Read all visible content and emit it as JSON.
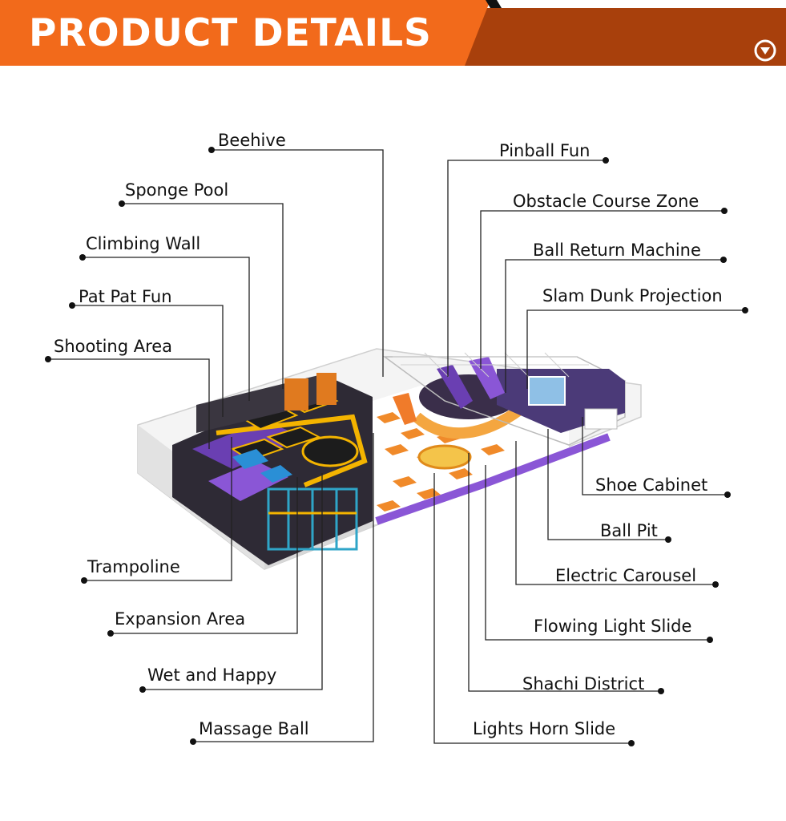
{
  "header": {
    "title": "PRODUCT DETAILS",
    "colors": {
      "primary": "#f26a1b",
      "secondary": "#a8400c",
      "icon": "#ffffff"
    },
    "icon": "chevron-down-circle-icon"
  },
  "labels": {
    "left": [
      "Beehive",
      "Sponge Pool",
      "Climbing Wall",
      "Pat Pat Fun",
      "Shooting Area",
      "Trampoline",
      "Expansion Area",
      "Wet and Happy",
      "Massage Ball"
    ],
    "right": [
      "Pinball Fun",
      "Obstacle Course Zone",
      "Ball Return Machine",
      "Slam Dunk Projection",
      "Shoe Cabinet",
      "Ball Pit",
      "Electric Carousel",
      "Flowing Light Slide",
      "Shachi District",
      "Lights Horn Slide"
    ]
  },
  "palette": {
    "leader_line": "#222222",
    "dot": "#111111"
  }
}
